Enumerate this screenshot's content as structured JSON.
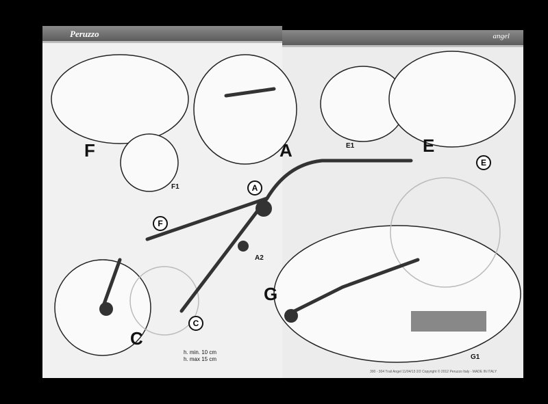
{
  "header": {
    "left_logo": "Peruzzo",
    "right_logo": "angel"
  },
  "labels": {
    "A": "A",
    "A2": "A2",
    "C": "C",
    "E": "E",
    "E1": "E1",
    "F": "F",
    "F1": "F1",
    "G": "G",
    "G1": "G1"
  },
  "height_note": {
    "min": "h. min. 10 cm",
    "max": "h. max 15 cm"
  },
  "footer": "300 - 304 Trail Angel  11/04/13  2/2    Copyright © 2012 Peruzzo Italy - MADE IN ITALY"
}
